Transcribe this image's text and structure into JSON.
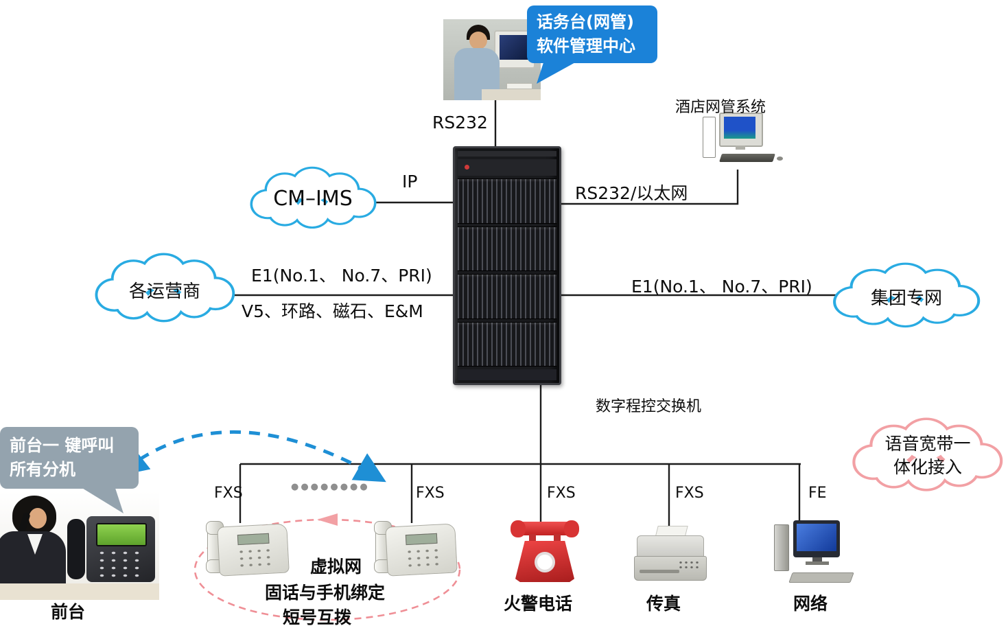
{
  "callouts": {
    "console": {
      "line1": "话务台(网管)",
      "line2": "软件管理中心"
    },
    "front_desk": {
      "line1": "前台一 键呼叫",
      "line2": "所有分机"
    }
  },
  "clouds": {
    "cm_ims": "CM–IMS",
    "operators": "各运营商",
    "group_net": "集团专网",
    "voice_line1": "语音宽带一",
    "voice_line2": "体化接入"
  },
  "links": {
    "rs232": "RS232",
    "ip": "IP",
    "rs232_eth": "RS232/以太网",
    "e1_left": "E1(No.1、 No.7、PRI)",
    "v5": "V5、环路、磁石、E&M",
    "e1_right": "E1(No.1、 No.7、PRI)"
  },
  "nodes": {
    "hotel_nms": "酒店网管系统",
    "switch": "数字程控交换机",
    "fire_phone": "火警电话",
    "fax": "传真",
    "network": "网络",
    "front_desk": "前台",
    "virtual_net": "虚拟网",
    "bind": "固话与手机绑定",
    "short_dial": "短号互拨"
  },
  "ports": [
    "FXS",
    "FXS",
    "FXS",
    "FXS",
    "FE"
  ],
  "dots": "●●●●●●●●",
  "colors": {
    "callout_blue": "#1b82d8",
    "callout_gray": "#94a3ae",
    "cloud_blue": "#29abe2",
    "cloud_pink": "#f2a0a4",
    "dash_blue": "#1e8fd5",
    "ellipse_pink": "#ef8f96",
    "fire_red": "#d42b2b"
  }
}
